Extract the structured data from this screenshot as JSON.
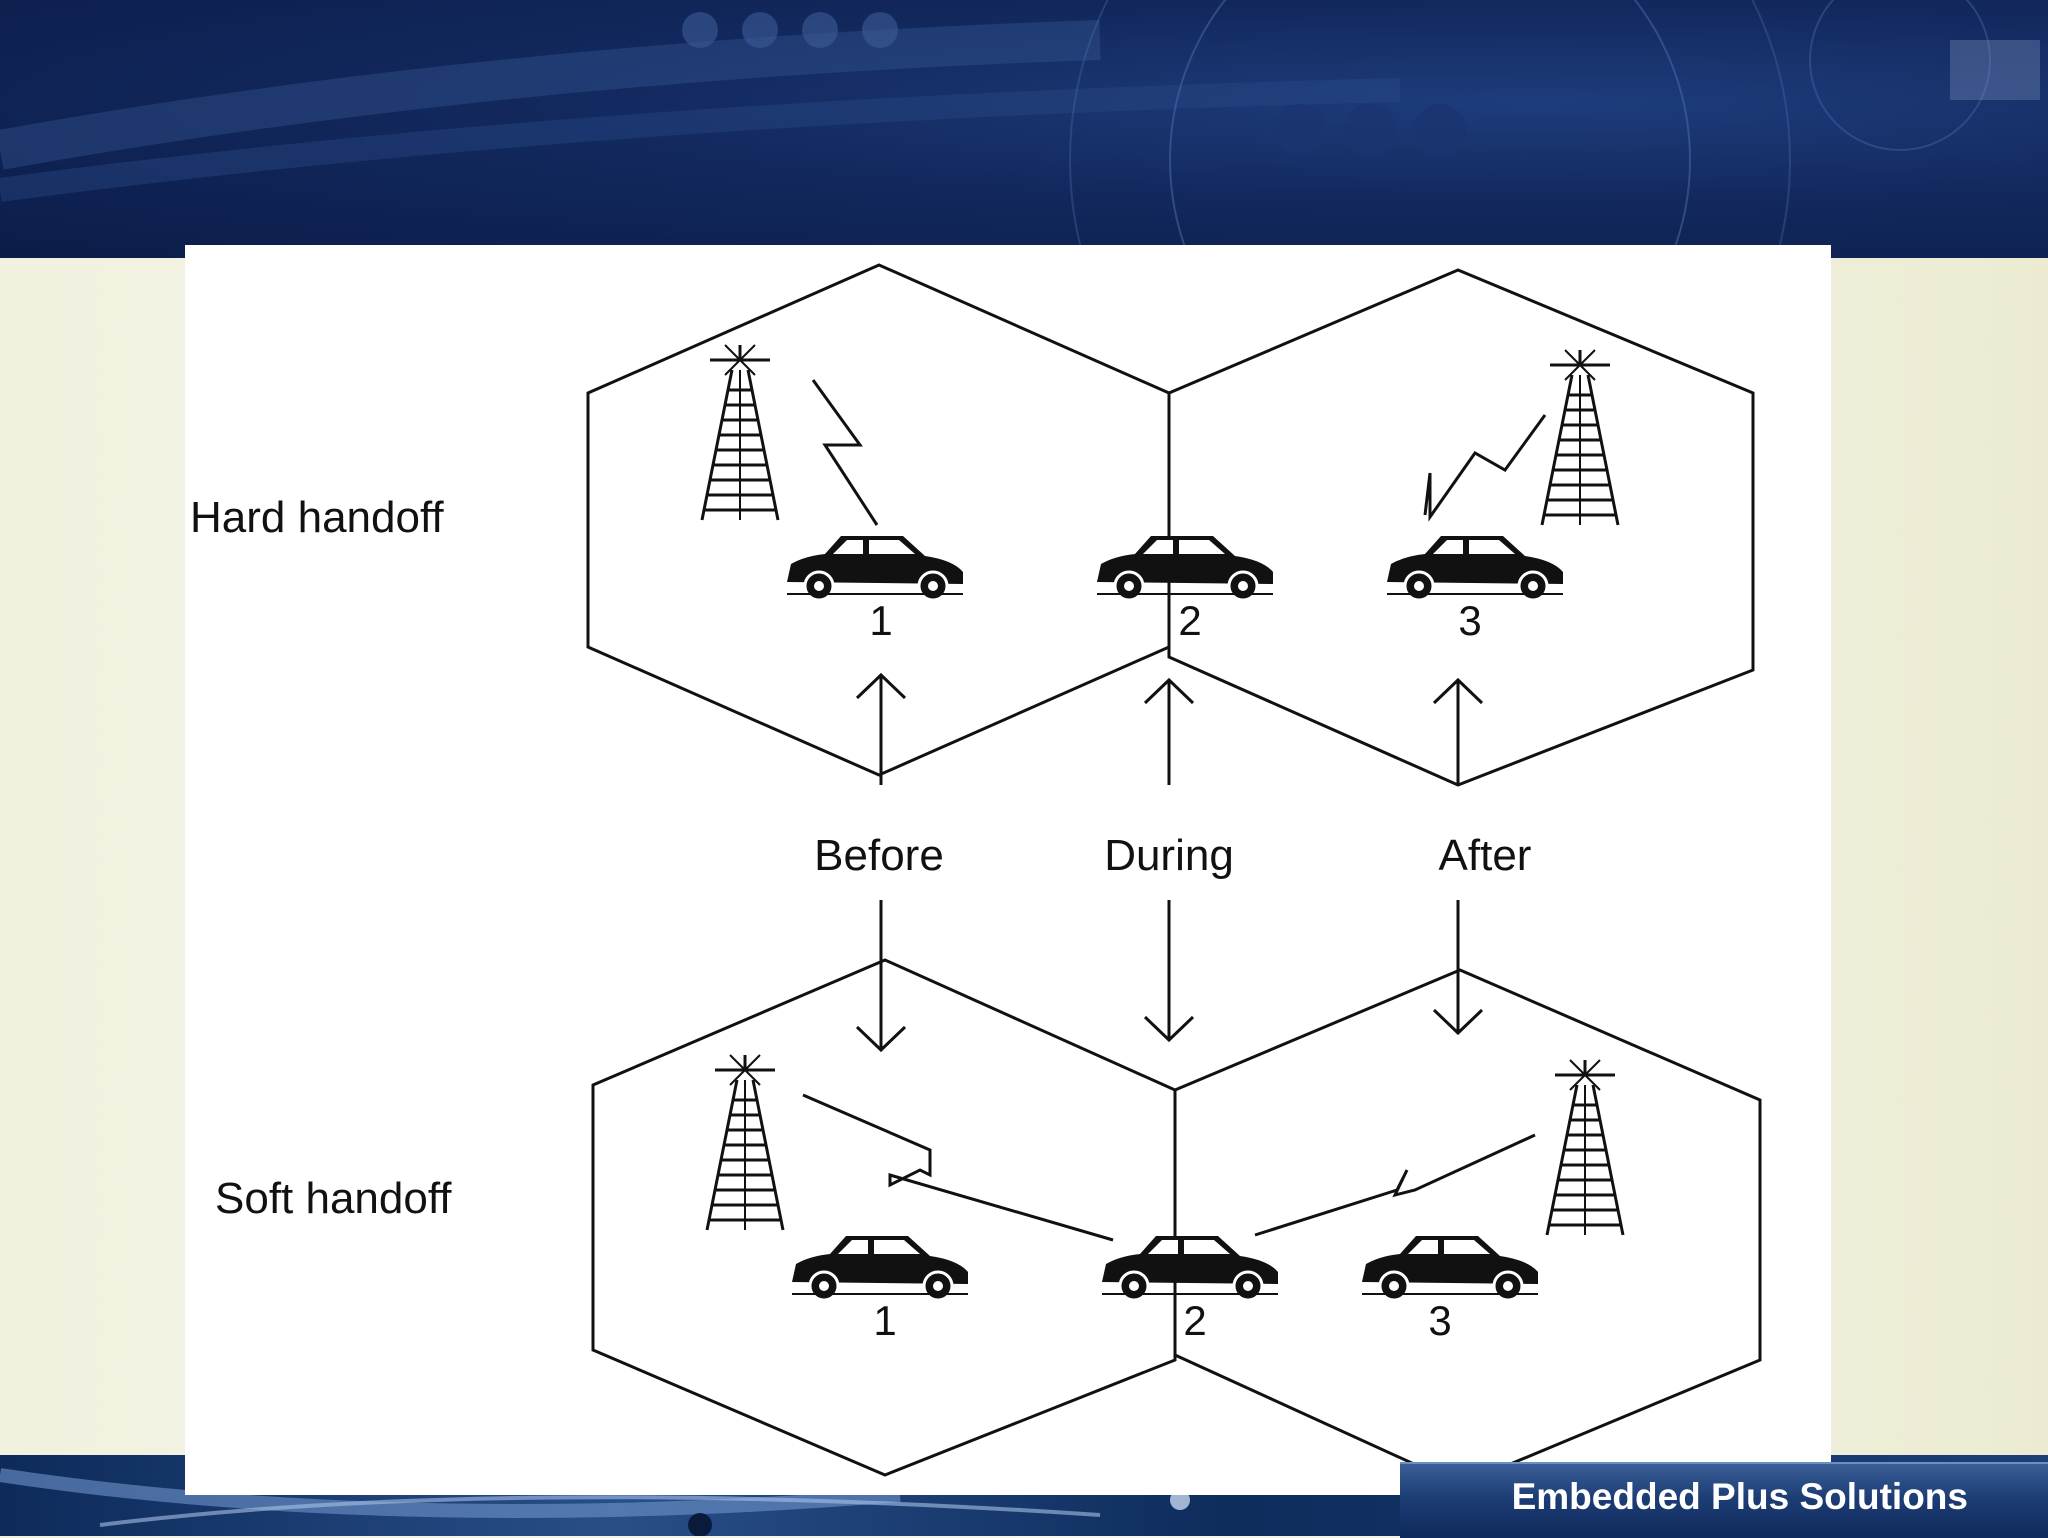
{
  "diagram": {
    "row_labels": {
      "hard": "Hard handoff",
      "soft": "Soft handoff"
    },
    "phase_labels": {
      "before": "Before",
      "during": "During",
      "after": "After"
    },
    "car_numbers": [
      "1",
      "2",
      "3"
    ]
  },
  "footer": {
    "brand": "Embedded Plus Solutions"
  },
  "colors": {
    "header": "#12295e",
    "panel": "#ffffff",
    "line": "#111111",
    "brand_text": "#ffffff"
  }
}
